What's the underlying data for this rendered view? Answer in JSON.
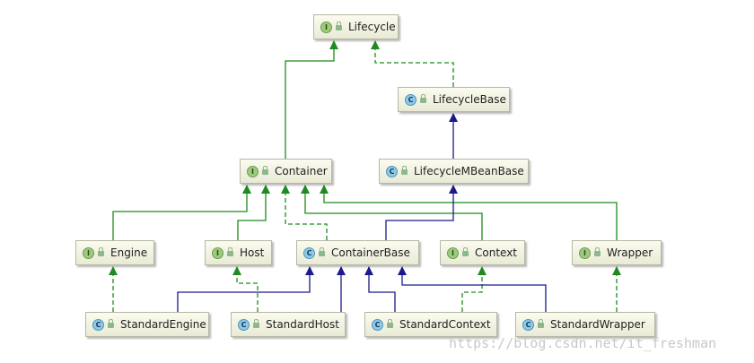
{
  "nodes": {
    "lifecycle": {
      "label": "Lifecycle",
      "kind": "I"
    },
    "lifecycle_base": {
      "label": "LifecycleBase",
      "kind": "C"
    },
    "container": {
      "label": "Container",
      "kind": "I"
    },
    "lifecycle_mbean_base": {
      "label": "LifecycleMBeanBase",
      "kind": "C"
    },
    "engine": {
      "label": "Engine",
      "kind": "I"
    },
    "host": {
      "label": "Host",
      "kind": "I"
    },
    "container_base": {
      "label": "ContainerBase",
      "kind": "C"
    },
    "context": {
      "label": "Context",
      "kind": "I"
    },
    "wrapper": {
      "label": "Wrapper",
      "kind": "I"
    },
    "standard_engine": {
      "label": "StandardEngine",
      "kind": "C"
    },
    "standard_host": {
      "label": "StandardHost",
      "kind": "C"
    },
    "standard_context": {
      "label": "StandardContext",
      "kind": "C"
    },
    "standard_wrapper": {
      "label": "StandardWrapper",
      "kind": "C"
    }
  },
  "edges": [
    {
      "from": "container",
      "to": "lifecycle",
      "type": "extends-interface"
    },
    {
      "from": "lifecycle_base",
      "to": "lifecycle",
      "type": "implements"
    },
    {
      "from": "lifecycle_mbean_base",
      "to": "lifecycle_base",
      "type": "extends-class"
    },
    {
      "from": "engine",
      "to": "container",
      "type": "extends-interface"
    },
    {
      "from": "host",
      "to": "container",
      "type": "extends-interface"
    },
    {
      "from": "container_base",
      "to": "container",
      "type": "implements"
    },
    {
      "from": "context",
      "to": "container",
      "type": "extends-interface"
    },
    {
      "from": "wrapper",
      "to": "container",
      "type": "extends-interface"
    },
    {
      "from": "container_base",
      "to": "lifecycle_mbean_base",
      "type": "extends-class"
    },
    {
      "from": "standard_engine",
      "to": "engine",
      "type": "implements"
    },
    {
      "from": "standard_host",
      "to": "host",
      "type": "implements"
    },
    {
      "from": "standard_context",
      "to": "context",
      "type": "implements"
    },
    {
      "from": "standard_wrapper",
      "to": "wrapper",
      "type": "implements"
    },
    {
      "from": "standard_engine",
      "to": "container_base",
      "type": "extends-class"
    },
    {
      "from": "standard_host",
      "to": "container_base",
      "type": "extends-class"
    },
    {
      "from": "standard_context",
      "to": "container_base",
      "type": "extends-class"
    },
    {
      "from": "standard_wrapper",
      "to": "container_base",
      "type": "extends-class"
    }
  ],
  "colors": {
    "interface_edge": "#1f8a1f",
    "class_edge": "#1a1a8c"
  },
  "watermark": "https://blog.csdn.net/it_freshman"
}
